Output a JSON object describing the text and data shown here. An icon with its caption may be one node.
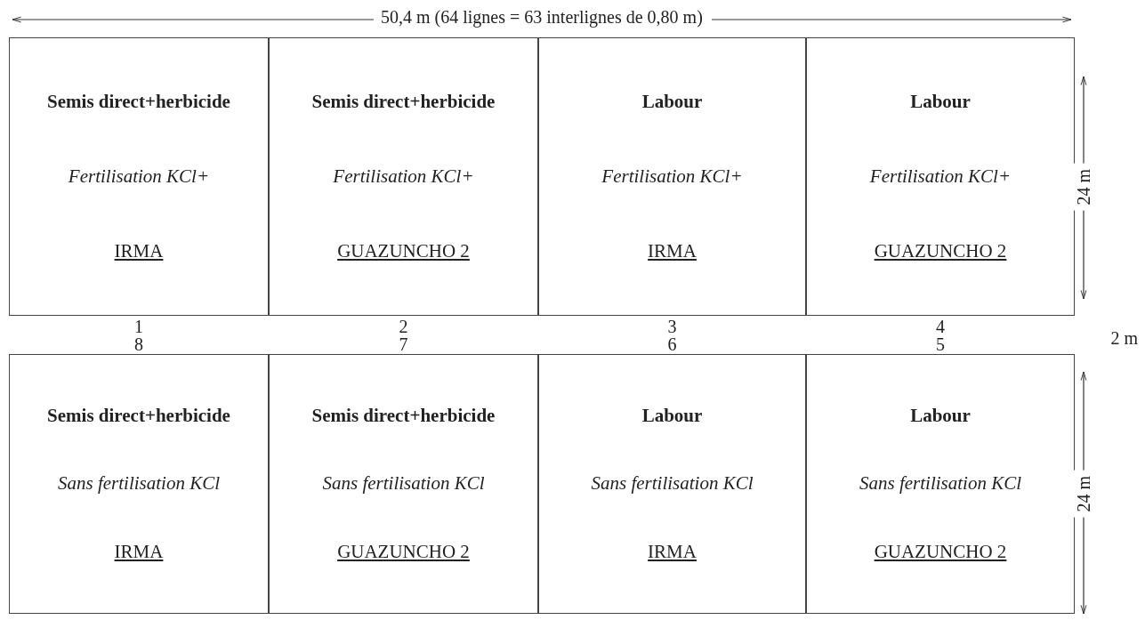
{
  "diagram": {
    "nodes": [
      {
        "text": [
          "Semis direct+herbicide",
          "Fertilisation KCl+",
          "IRMA"
        ],
        "beside": [
          "1"
        ]
      },
      {
        "text": [
          "Semis direct+herbicide",
          "Fertilisation KCl+",
          "GUAZUNCHO 2"
        ],
        "beside": [
          "2"
        ]
      },
      {
        "text": [
          "Labour",
          "Fertilisation KCl+",
          "IRMA"
        ],
        "beside": [
          "3"
        ]
      },
      {
        "text": [
          "Labour",
          "Fertilisation KCl+",
          "GUAZUNCHO 2"
        ],
        "beside": [
          "4"
        ]
      },
      {
        "text": [
          "Semis direct+herbicide",
          "Sans fertilisation KCl",
          "IRMA"
        ],
        "beside": [
          "8"
        ]
      },
      {
        "text": [
          "Semis direct+herbicide",
          "Sans fertilisation KCl",
          "GUAZUNCHO 2"
        ],
        "beside": [
          "7"
        ]
      },
      {
        "text": [
          "Labour",
          "Sans fertilisation KCl",
          "IRMA"
        ],
        "beside": [
          "6"
        ]
      },
      {
        "text": [
          "Labour",
          "Sans fertilisation KCl",
          "GUAZUNCHO 2"
        ],
        "beside": [
          "5"
        ]
      }
    ],
    "edges": [],
    "labels": [
      "50,4 m (64 lignes = 63 interlignes de 0,80 m)",
      "24 m",
      "2 m",
      "24 m"
    ]
  }
}
